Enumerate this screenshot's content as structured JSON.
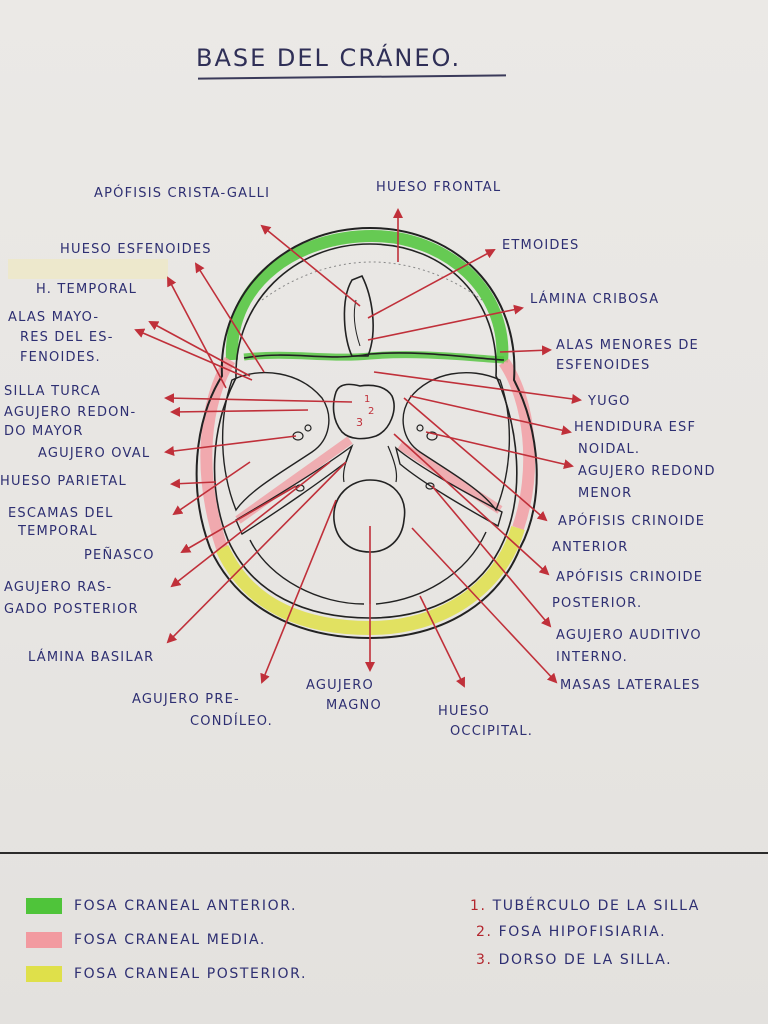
{
  "title": "Base del Cráneo.",
  "colors": {
    "ink": "#2e2f72",
    "arrow": "#c0303a",
    "anterior": "#4fc43a",
    "media": "#f29aa0",
    "posterior": "#dfe04a"
  },
  "labels": {
    "crista_galli": "Apófisis crista-galli",
    "hueso_frontal": "Hueso frontal",
    "hueso_esfenoides": "Hueso esfenoides",
    "etmoides": "Etmoides",
    "h_temporal": "H. temporal",
    "lamina_cribosa": "Lámina cribosa",
    "alas_mayores_1": "Alas mayo-",
    "alas_mayores_2": "res del es-",
    "alas_mayores_3": "fenoides.",
    "alas_menores_1": "Alas menores de",
    "alas_menores_2": "esfenoides",
    "silla_turca": "Silla turca",
    "yugo": "Yugo",
    "agujero_redondo_mayor_1": "Agujero redon-",
    "agujero_redondo_mayor_2": "do mayor",
    "hendidura_1": "Hendidura esf",
    "hendidura_2": "noidal.",
    "agujero_oval": "Agujero oval",
    "agujero_redondo_menor_1": "Agujero redond",
    "agujero_redondo_menor_2": "menor",
    "hueso_parietal": "Hueso parietal",
    "escamas_1": "Escamas del",
    "escamas_2": "temporal",
    "apofisis_crinoide_ant_1": "Apófisis crinoide",
    "apofisis_crinoide_ant_2": "anterior",
    "penasco": "Peñasco",
    "apofisis_crinoide_post_1": "Apófisis crinoide",
    "apofisis_crinoide_post_2": "posterior.",
    "agujero_rasgado_1": "Agujero ras-",
    "agujero_rasgado_2": "gado posterior",
    "agujero_auditivo_1": "Agujero auditivo",
    "agujero_auditivo_2": "interno.",
    "lamina_basilar": "Lámina basilar",
    "masas_laterales": "Masas laterales",
    "agujero_precondileo_1": "Agujero pre-",
    "agujero_precondileo_2": "condíleo.",
    "agujero_magno_1": "Agujero",
    "agujero_magno_2": "magno",
    "hueso_occipital_1": "Hueso",
    "hueso_occipital_2": "occipital."
  },
  "diagram_numbers": [
    "1",
    "2",
    "3"
  ],
  "legend": [
    {
      "text": "Fosa craneal anterior.",
      "color": "#4fc43a"
    },
    {
      "text": "Fosa craneal media.",
      "color": "#f29aa0"
    },
    {
      "text": "Fosa craneal posterior.",
      "color": "#dfe04a"
    }
  ],
  "notes": [
    {
      "num": "1.",
      "text": "Tubérculo de la silla"
    },
    {
      "num": "2.",
      "text": "Fosa hipofisiaria."
    },
    {
      "num": "3.",
      "text": "Dorso de la silla."
    }
  ]
}
